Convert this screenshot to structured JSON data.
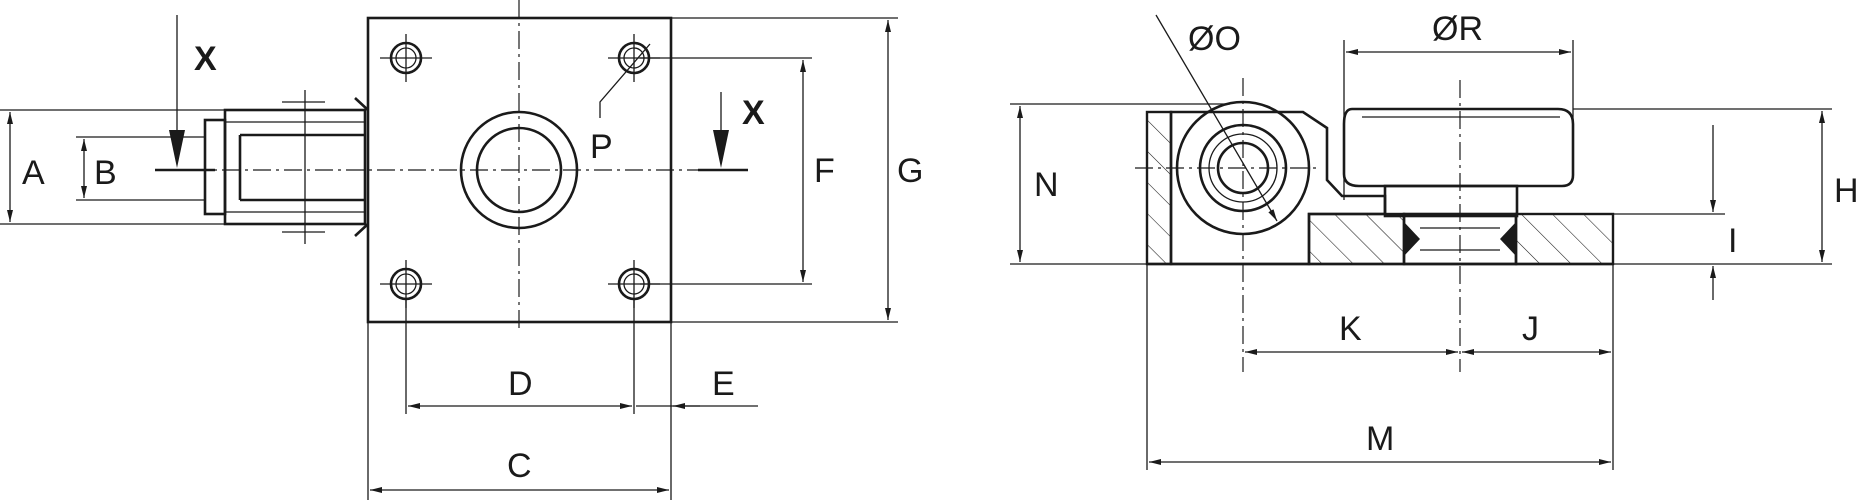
{
  "diagram": {
    "dimension_labels": {
      "a": "A",
      "b": "B",
      "c": "C",
      "d": "D",
      "e": "E",
      "f": "F",
      "g": "G",
      "h": "H",
      "i": "I",
      "j": "J",
      "k": "K",
      "m": "M",
      "n": "N",
      "o": "ØO",
      "p": "P",
      "r": "ØR"
    },
    "section_labels": {
      "left": "X",
      "right": "X"
    },
    "colors": {
      "line": "#1a1a1a",
      "background": "#ffffff"
    }
  }
}
